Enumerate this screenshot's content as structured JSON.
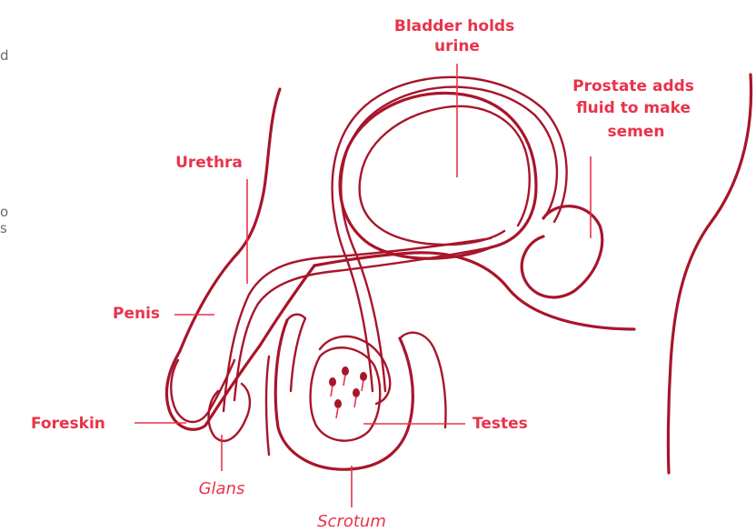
{
  "labels": {
    "bladder": [
      "Bladder holds",
      "urine"
    ],
    "prostate": [
      "Prostate adds",
      "fluid to make",
      "semen"
    ],
    "urethra": "Urethra",
    "penis": "Penis",
    "foreskin": "Foreskin",
    "glans": "Glans",
    "scrotum": "Scrotum",
    "testes": "Testes"
  },
  "clipped_text": [
    "d",
    "o",
    "s"
  ],
  "colors": {
    "outline": "#a8152b",
    "label": "#e8334a",
    "clipped_text": "#6a6a6a"
  }
}
